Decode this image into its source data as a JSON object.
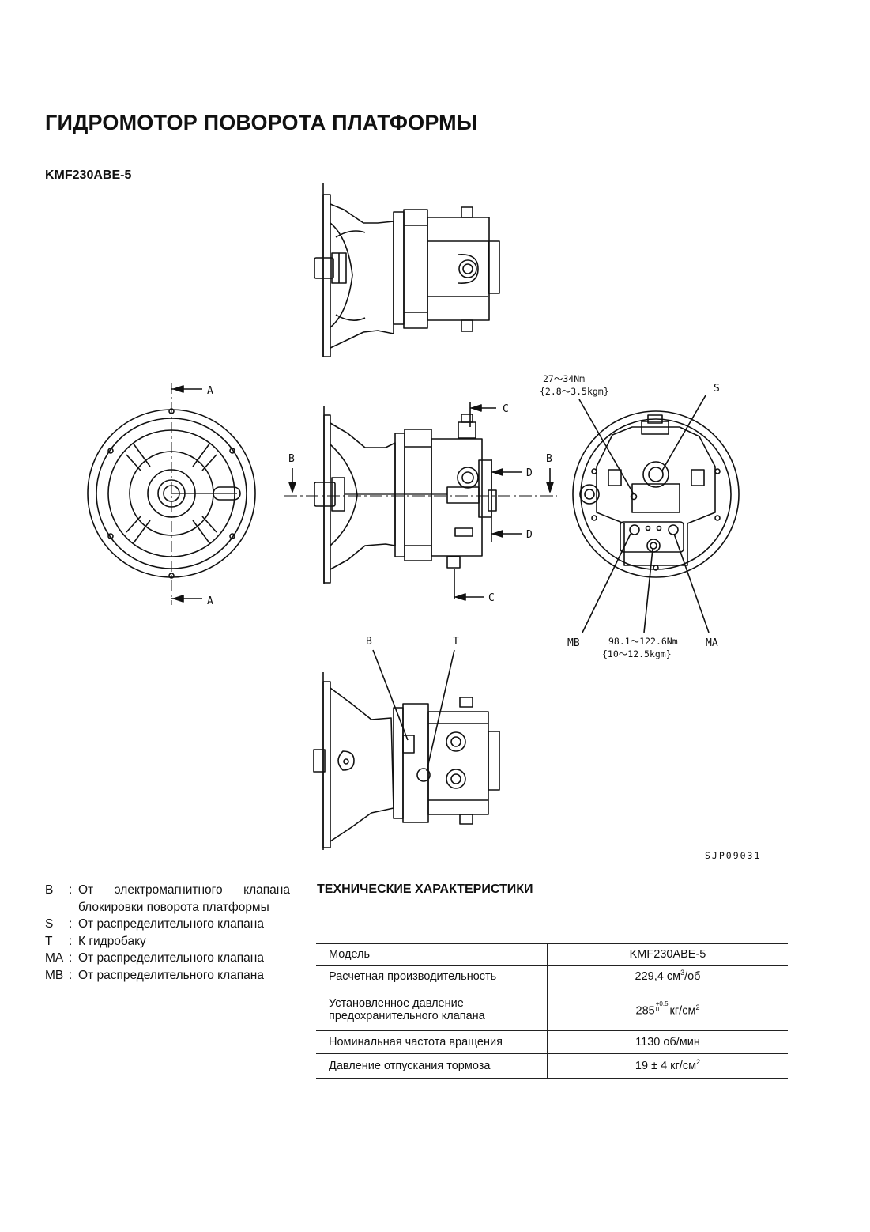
{
  "title": "ГИДРОМОТОР ПОВОРОТА ПЛАТФОРМЫ",
  "model_code": "KMF230ABE-5",
  "drawing": {
    "id": "SJP09031",
    "labels": {
      "A": "A",
      "B": "B",
      "C": "C",
      "D": "D",
      "S": "S",
      "T": "T",
      "MA": "MA",
      "MB": "MB"
    },
    "torque_top": {
      "line1": "27～34Nm",
      "line2": "{2.8～3.5kgm}"
    },
    "torque_bottom": {
      "line1": "98.1～122.6Nm",
      "line2": "{10～12.5kgm}"
    }
  },
  "legend": [
    {
      "code": "B",
      "sep": ":",
      "text": "От электромагнитного клапана"
    },
    {
      "code": "",
      "sep": "",
      "text": "блокировки поворота платформы"
    },
    {
      "code": "S",
      "sep": ":",
      "text": "От распределительного клапана"
    },
    {
      "code": "T",
      "sep": ":",
      "text": "К гидробаку"
    },
    {
      "code": "MA",
      "sep": ":",
      "text": "От распределительного клапана"
    },
    {
      "code": "MB",
      "sep": ":",
      "text": "От распределительного клапана"
    }
  ],
  "specs": {
    "title": "ТЕХНИЧЕСКИЕ ХАРАКТЕРИСТИКИ",
    "rows": [
      {
        "label": "Модель",
        "value": "KMF230ABE-5"
      },
      {
        "label": "Расчетная производительность",
        "value_main": "229,4 см",
        "value_sup": "3",
        "value_tail": "/об"
      },
      {
        "label_1": "Установленное давление",
        "label_2": "предохранительного клапана",
        "value_main": "285",
        "tol_up": "+0.5",
        "tol_down": "0",
        "value_unit": "кг/см",
        "value_sup": "2"
      },
      {
        "label": "Номинальная частота вращения",
        "value": "1130 об/мин"
      },
      {
        "label": "Давление отпускания тормоза",
        "value_main": "19 ± 4 кг/см",
        "value_sup": "2"
      }
    ]
  }
}
